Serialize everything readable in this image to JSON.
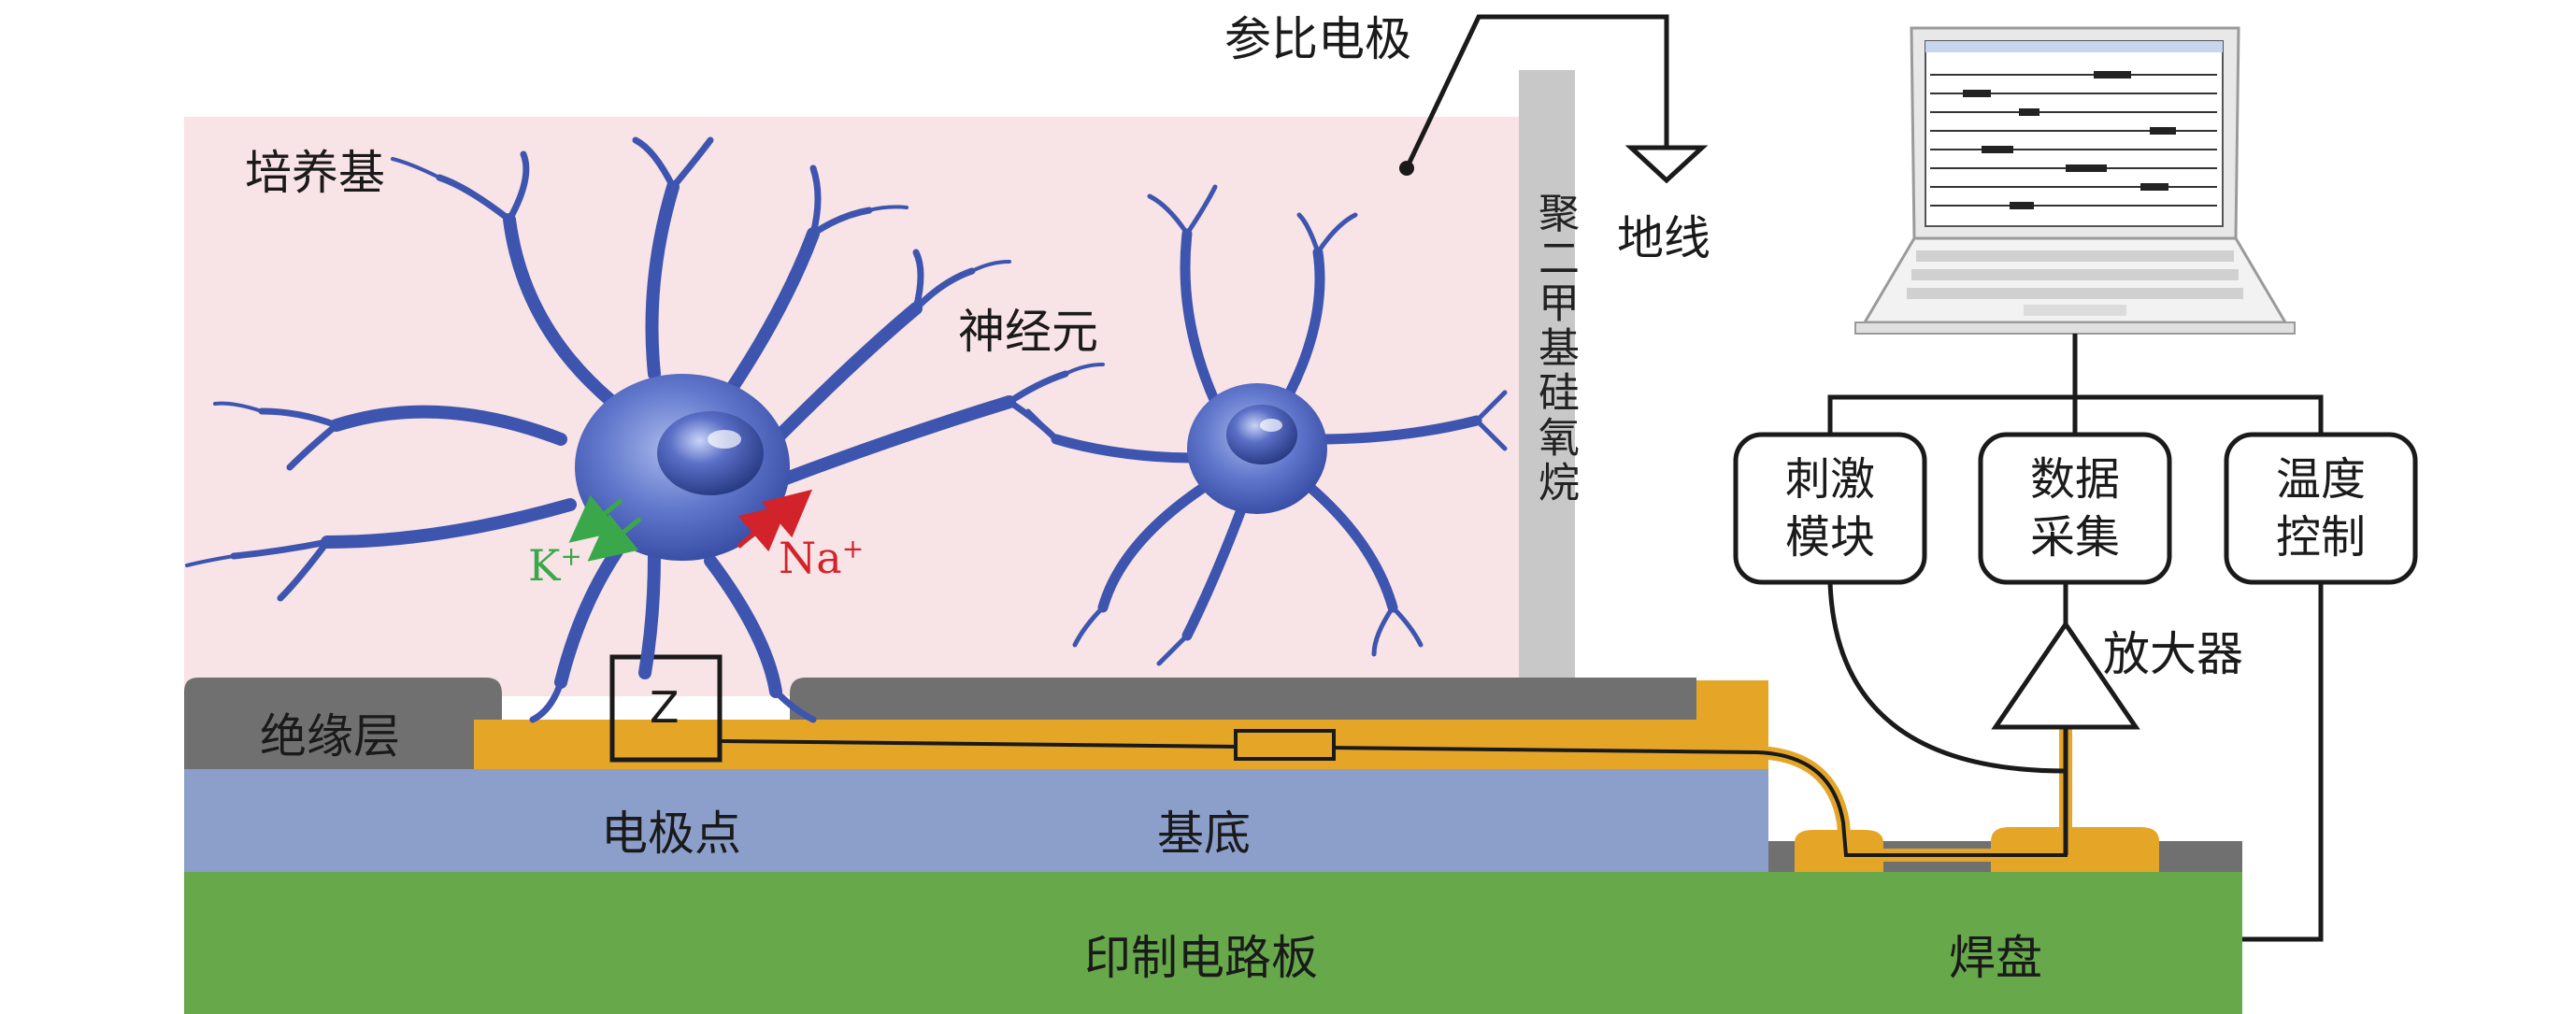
{
  "labels": {
    "medium": "培养基",
    "reference_electrode": "参比电极",
    "ground": "地线",
    "neuron": "神经元",
    "pdms": "聚二甲基硅氧烷",
    "insulation": "绝缘层",
    "impedance": "Z",
    "electrode_site": "电极点",
    "substrate": "基底",
    "pcb": "印制电路板",
    "pad": "焊盘",
    "amplifier": "放大器",
    "potassium": "K",
    "potassium_charge": "+",
    "sodium": "Na",
    "sodium_charge": "+"
  },
  "modules": [
    {
      "line1": "刺激",
      "line2": "模块"
    },
    {
      "line1": "数据",
      "line2": "采集"
    },
    {
      "line1": "温度",
      "line2": "控制"
    }
  ],
  "colors": {
    "medium": "#f8e3e6",
    "pcb": "#66a84a",
    "substrate": "#8b9fca",
    "gold": "#e5a628",
    "insulation": "#707070",
    "pdms": "#c8c8c8",
    "neuron": "#3e55b0",
    "k_arrow": "#3aa84a",
    "na_arrow": "#d2232a"
  }
}
